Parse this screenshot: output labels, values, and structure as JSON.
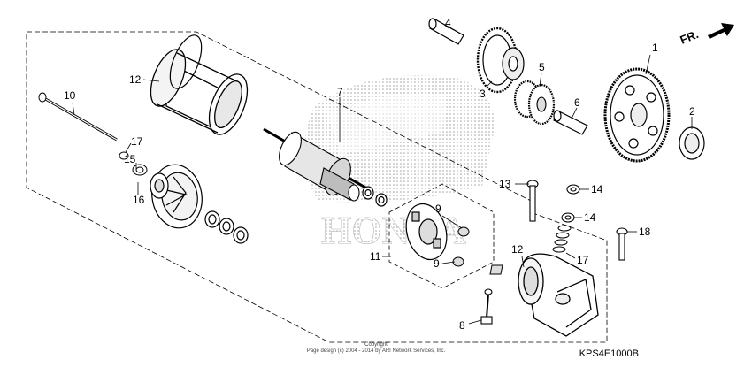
{
  "direction_marker": "FR.",
  "callouts": {
    "c1": "1",
    "c2": "2",
    "c3": "3",
    "c4": "4",
    "c5": "5",
    "c6": "6",
    "c7": "7",
    "c8": "8",
    "c9a": "9",
    "c9b": "9",
    "c10": "10",
    "c11": "11",
    "c12a": "12",
    "c12b": "12",
    "c13": "13",
    "c14a": "14",
    "c14b": "14",
    "c15": "15",
    "c16": "16",
    "c17a": "17",
    "c17b": "17",
    "c18": "18"
  },
  "watermark": "HONDA",
  "copyright": {
    "line1": "Copyright",
    "line2": "Page design (c) 2004 - 2014 by ARI Network Services, Inc."
  },
  "diagram_code": "KPS4E1000B"
}
